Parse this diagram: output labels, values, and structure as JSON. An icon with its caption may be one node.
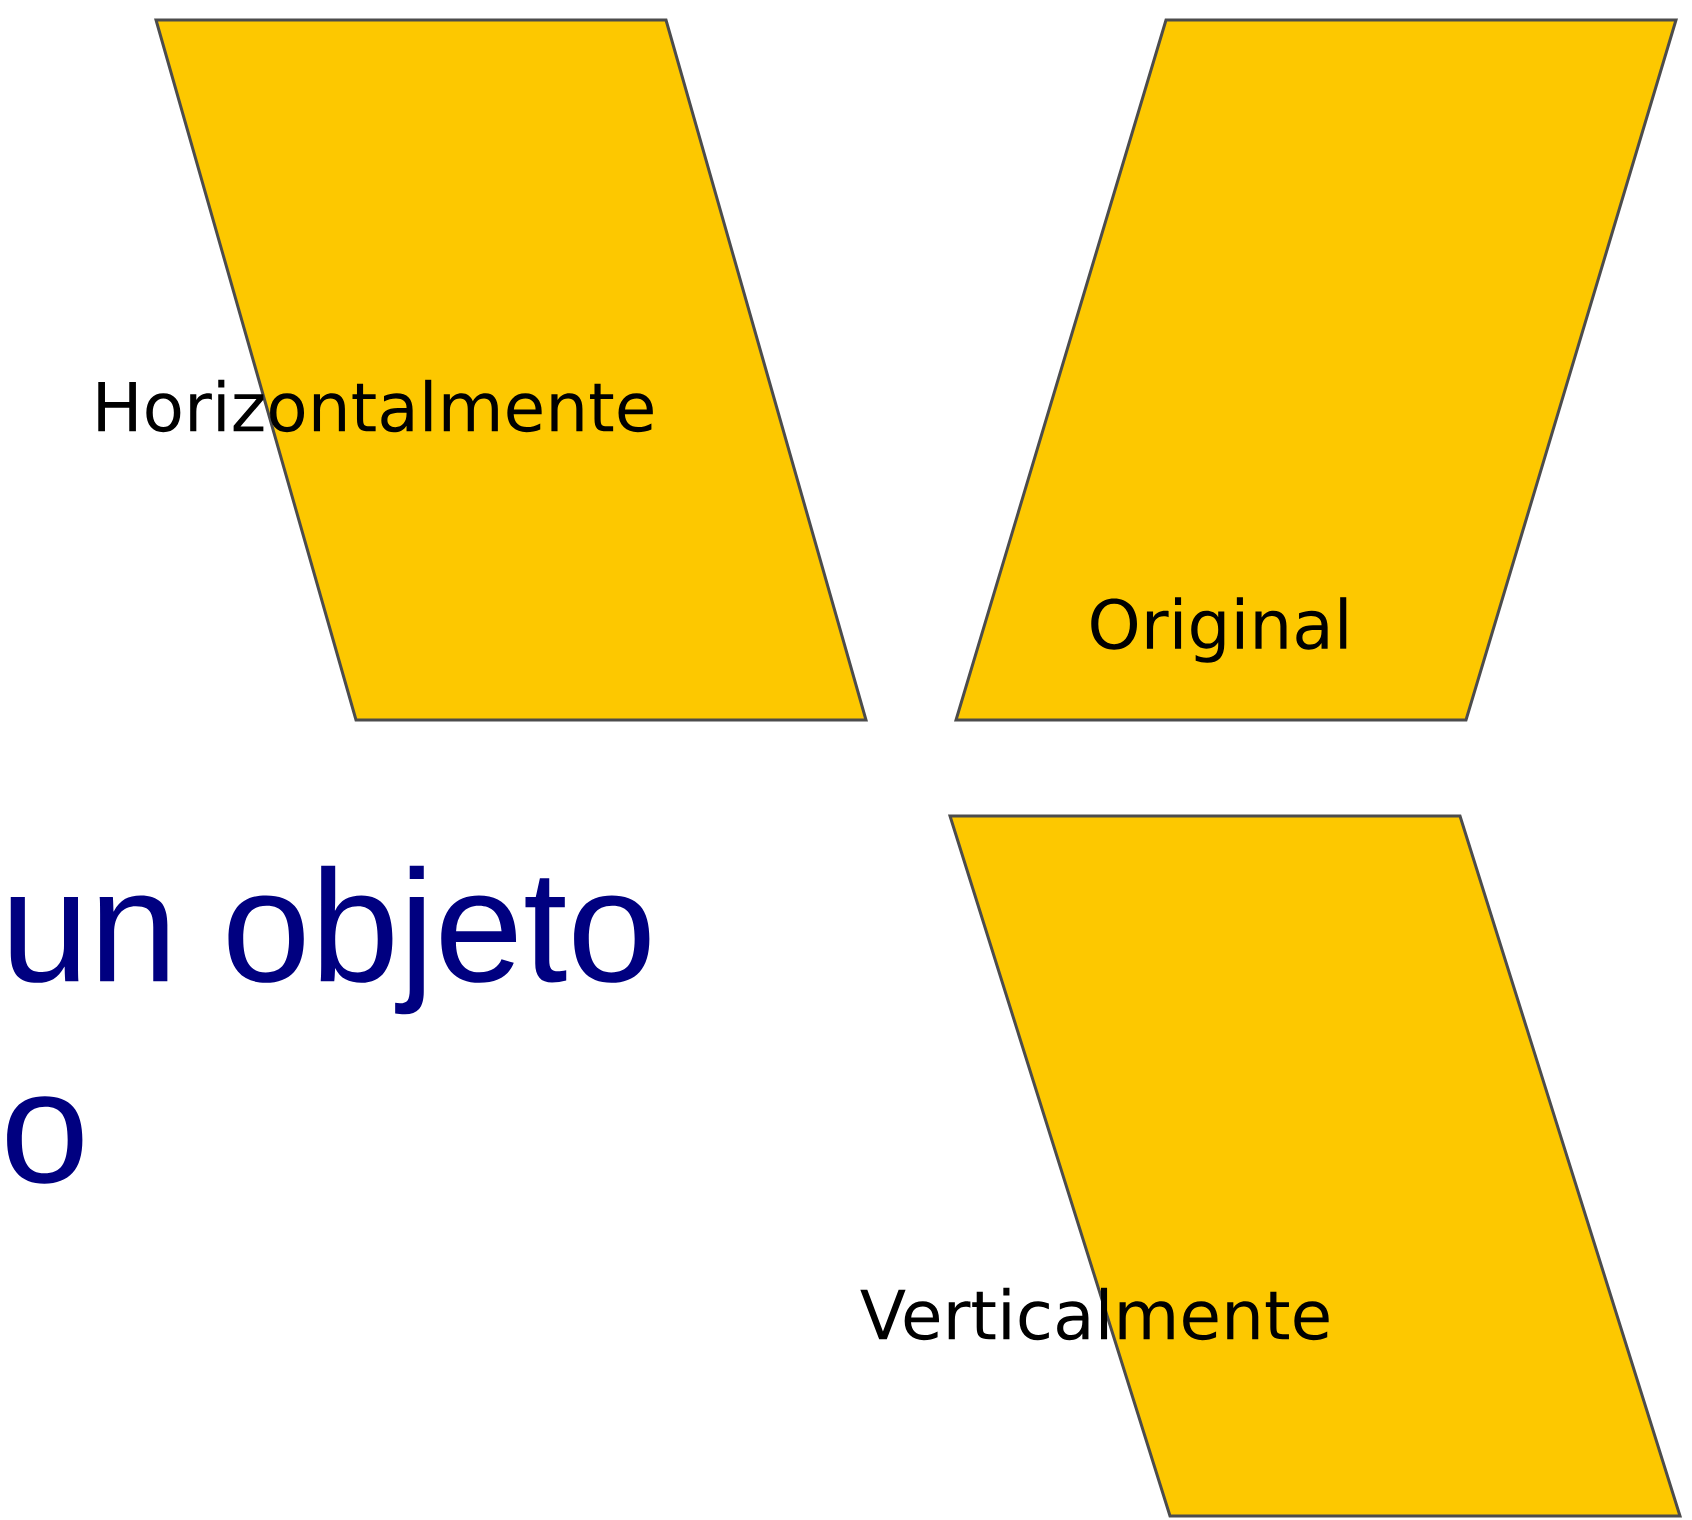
{
  "diagram": {
    "nodes": [
      {
        "text": [
          "Horizontalmente"
        ]
      },
      {
        "text": [
          "Original"
        ]
      },
      {
        "text": [
          "Verticalmente"
        ]
      }
    ],
    "labels": [
      "un objeto",
      "o"
    ]
  }
}
